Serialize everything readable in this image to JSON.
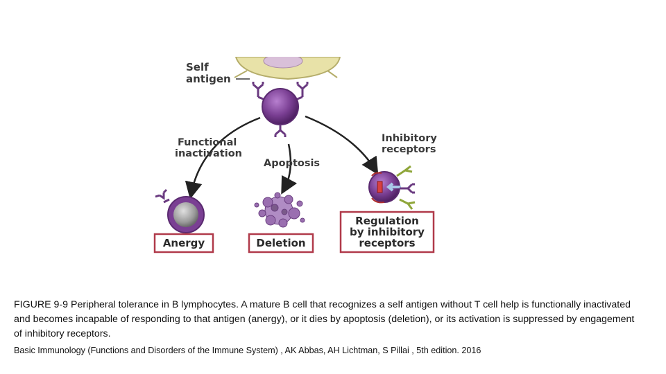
{
  "figure": {
    "labels": {
      "self_antigen_line1": "Self",
      "self_antigen_line2": "antigen",
      "functional_line1": "Functional",
      "functional_line2": "inactivation",
      "apoptosis": "Apoptosis",
      "inhibitory_line1": "Inhibitory",
      "inhibitory_line2": "receptors"
    },
    "outcomes": {
      "anergy": "Anergy",
      "deletion": "Deletion",
      "regulation_line1": "Regulation",
      "regulation_line2": "by inhibitory",
      "regulation_line3": "receptors"
    },
    "colors": {
      "b_cell": "#7a3f93",
      "antigen_cell": "#e8e2a8",
      "box_border": "#b03a4a",
      "inhibitory_receptor": "#8fa63a"
    }
  },
  "caption": {
    "main": "FIGURE 9-9 Peripheral tolerance in B lymphocytes. A mature B cell that recognizes a self antigen without T cell help is functionally inactivated and becomes incapable of responding to that antigen (anergy), or it dies by apoptosis (deletion), or its activation is suppressed by engagement of inhibitory receptors.",
    "reference": "Basic Immunology (Functions and Disorders of the Immune System) , AK Abbas, AH Lichtman, S Pillai , 5th edition. 2016"
  }
}
